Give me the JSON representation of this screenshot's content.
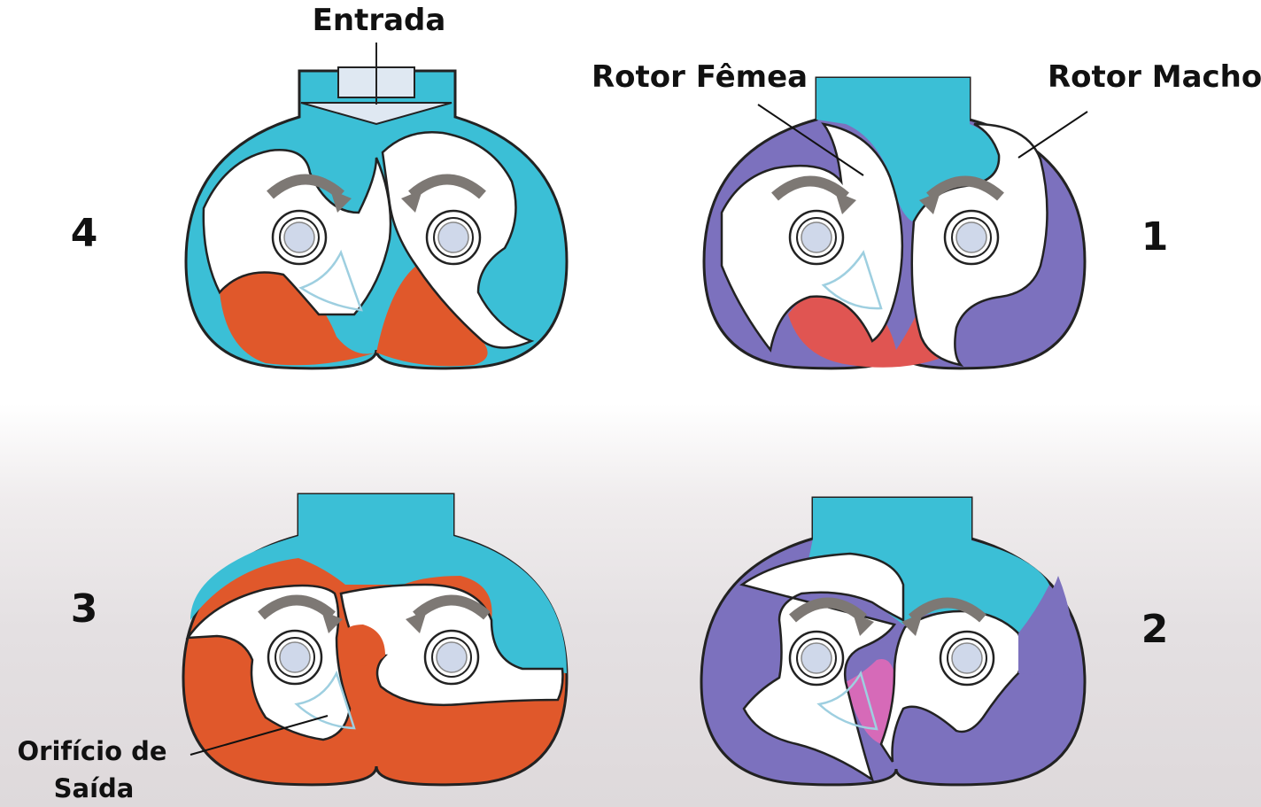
{
  "labels": {
    "entrada": "Entrada",
    "rotor_femea": "Rotor Fêmea",
    "rotor_macho": "Rotor Macho",
    "orificio_line1": "Orifício de",
    "orificio_line2": "Saída"
  },
  "stages": {
    "s1": "1",
    "s2": "2",
    "s3": "3",
    "s4": "4"
  },
  "colors": {
    "intake_cyan": "#3bbfd6",
    "compressed_orange": "#e0582b",
    "trapped_purple": "#7c71be",
    "discharge_red": "#e05552",
    "discharge_magenta": "#d66ab8",
    "rotor_white": "#ffffff",
    "shaft": "#cfd8ea",
    "arrow_gray": "#7d7874"
  }
}
